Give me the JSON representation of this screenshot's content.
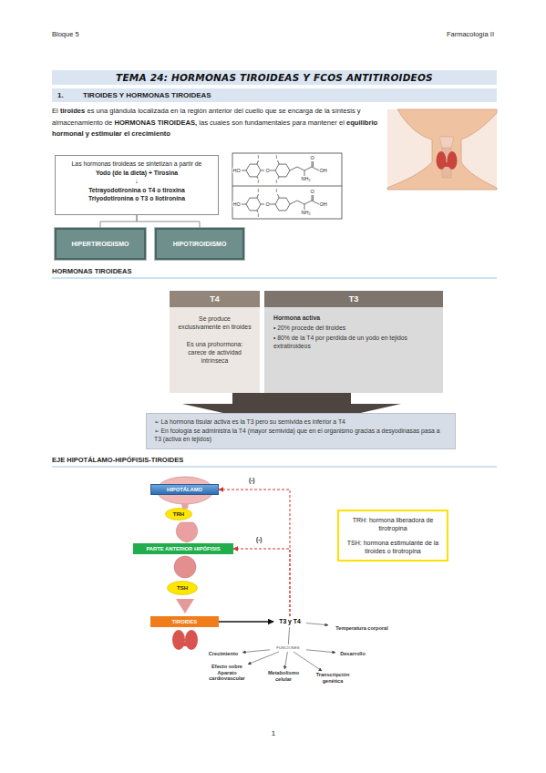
{
  "diagram": {
    "title": "TEMA 24: HORMONAS TIROIDEAS Y FCOS ANTITIROIDEOS",
    "nodes": [
      {
        "text": [
          "1.",
          "TIROIDES Y HORMONAS TIROIDEAS"
        ]
      },
      {
        "text": [
          "Las hormonas tiroideas se sintetizan a partir de",
          "Yodo (de la dieta) + Tirosina",
          "↓",
          "Tetrayodotironina o T4 o tiroxina",
          "Triyodotironina o T3 o liotironina"
        ]
      },
      {
        "text": [
          "HIPERTIROIDISMO"
        ]
      },
      {
        "text": [
          "HIPOTIROIDISMO"
        ]
      },
      {
        "text": [
          "T4",
          "Se produce exclusivamente en tiroides",
          "Es una prohormona: carece de actividad intrínseca"
        ]
      },
      {
        "text": [
          "T3",
          "Hormona activa",
          "• 20% procede del tiroides",
          "• 80% de la T4 por perdida de un yodo en tejidos extratiroideos"
        ]
      },
      {
        "text": [
          "➢ La hormona tisular activa es la T3 pero su semivida es inferior a T4",
          "➢ En fcología se administra la T4 (mayor semivida) que en el organismo gracias a desyodinasas pasa a T3 (activa en tejidos)"
        ]
      },
      {
        "text": [
          "HIPOTÁLAMO"
        ]
      },
      {
        "text": [
          "TRH"
        ]
      },
      {
        "text": [
          "PARTE ANTERIOR HIPÓFISIS"
        ]
      },
      {
        "text": [
          "TSH"
        ]
      },
      {
        "text": [
          "TIROIDES"
        ]
      },
      {
        "text": [
          "T3 y T4"
        ]
      },
      {
        "text": [
          "FUNCIONES"
        ]
      },
      {
        "text": [
          "Temperatura corporal"
        ]
      },
      {
        "text": [
          "Crecimiento"
        ]
      },
      {
        "text": [
          "Desarrollo"
        ]
      },
      {
        "text": [
          "Efecto sobre Aparato cardiovascular"
        ]
      },
      {
        "text": [
          "Metabolismo celular"
        ]
      },
      {
        "text": [
          "Transcripción genética"
        ]
      },
      {
        "text": [
          "TRH: hormona liberadora de tirotropina",
          "TSH: hormona estimulante de la tiroides o tirotropina"
        ]
      }
    ],
    "edges": [
      {
        "from": 1,
        "to": 2,
        "arrow": "none"
      },
      {
        "from": 1,
        "to": 3,
        "arrow": "none"
      },
      {
        "from": 11,
        "to": 12,
        "arrow": "to"
      },
      {
        "from": 12,
        "to": 7,
        "label": "(-)",
        "arrow": "to"
      },
      {
        "from": 12,
        "to": 9,
        "label": "(-)",
        "arrow": "to"
      },
      {
        "from": 12,
        "to": 14,
        "arrow": "to"
      },
      {
        "from": 12,
        "to": 13,
        "arrow": "none"
      },
      {
        "from": 13,
        "to": 15,
        "arrow": "to"
      },
      {
        "from": 13,
        "to": 16,
        "arrow": "to"
      },
      {
        "from": 13,
        "to": 17,
        "arrow": "to"
      },
      {
        "from": 13,
        "to": 18,
        "arrow": "to"
      },
      {
        "from": 13,
        "to": 19,
        "arrow": "to"
      }
    ],
    "labels": [
      "Bloque 5",
      "Farmacología II",
      "El",
      "tiroides",
      "es una glándula localizada en la región anterior del cuello que se encarga de la síntesis y almacenamiento de",
      "HORMONAS TIROIDEAS,",
      "las cuales son fundamentales para mantener el",
      "equilibrio hormonal y estimular el crecimiento",
      "HO",
      "I",
      "I",
      "O",
      "I",
      "I",
      "O",
      "OH",
      "NH₂",
      "HO",
      "I",
      "I",
      "O",
      "I",
      "O",
      "OH",
      "NH₂",
      "HORMONAS TIROIDEAS",
      "EJE HIPOTÁLAMO-HIPÓFISIS-TIROIDES",
      "1"
    ]
  }
}
